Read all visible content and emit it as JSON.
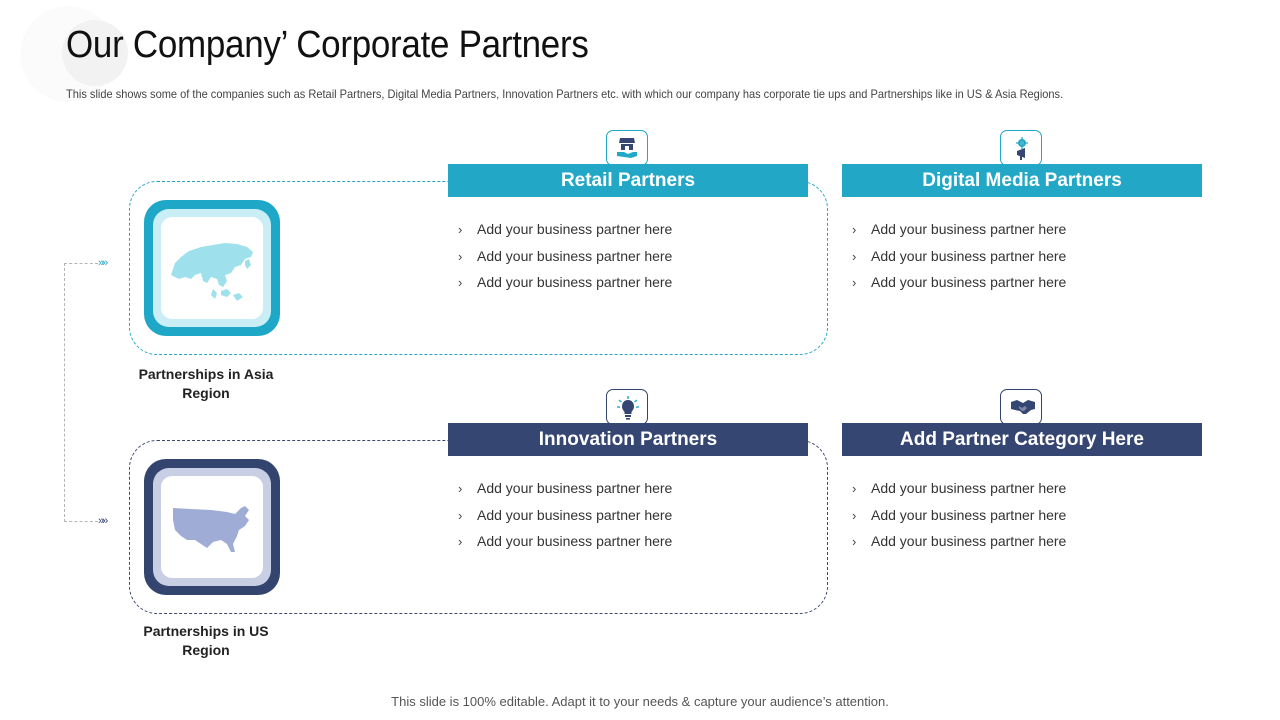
{
  "slide": {
    "title": "Our Company’ Corporate Partners",
    "subtitle": "This slide shows some of the companies such as Retail Partners, Digital Media Partners, Innovation Partners etc. with which our company has corporate tie ups and Partnerships like in US & Asia Regions.",
    "footer": "This slide is 100% editable. Adapt it to your needs & capture your audience’s attention."
  },
  "colors": {
    "teal": "#22a8c6",
    "navy": "#364672",
    "asia_map": "#9ee0ec",
    "us_map": "#9fadd6"
  },
  "regions": [
    {
      "label": "Partnerships in Asia Region",
      "icon": "asia-map-icon",
      "accent": "#22a8c6"
    },
    {
      "label": "Partnerships in US Region",
      "icon": "usa-map-icon",
      "accent": "#364672"
    }
  ],
  "categories": [
    {
      "title": "Retail Partners",
      "icon": "store-icon",
      "items": [
        "Add your business partner here",
        "Add your business partner here",
        "Add your business partner here"
      ]
    },
    {
      "title": "Digital Media Partners",
      "icon": "megaphone-gear-icon",
      "items": [
        "Add your business partner here",
        "Add your business partner here",
        "Add your business partner here"
      ]
    },
    {
      "title": "Innovation Partners",
      "icon": "lightbulb-icon",
      "items": [
        "Add your business partner here",
        "Add your business partner here",
        "Add your business partner here"
      ]
    },
    {
      "title": "Add Partner Category Here",
      "icon": "handshake-icon",
      "items": [
        "Add your business partner here",
        "Add your business partner here",
        "Add your business partner here"
      ]
    }
  ],
  "bullet_glyph": "›",
  "connector_glyph": "»»"
}
